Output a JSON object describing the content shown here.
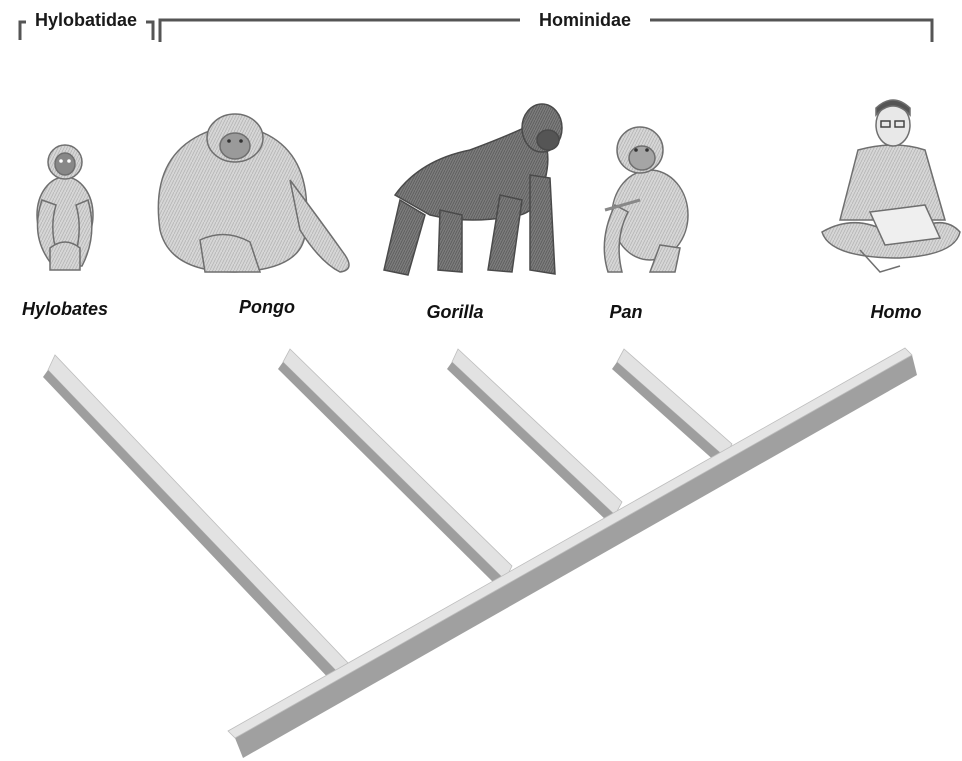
{
  "families": [
    {
      "key": "hylobatidae",
      "label": "Hylobatidae"
    },
    {
      "key": "hominidae",
      "label": "Hominidae"
    }
  ],
  "genera": [
    {
      "key": "hylobates",
      "label": "Hylobates",
      "illustration": "gibbon-illustration"
    },
    {
      "key": "pongo",
      "label": "Pongo",
      "illustration": "orangutan-illustration"
    },
    {
      "key": "gorilla",
      "label": "Gorilla",
      "illustration": "gorilla-illustration"
    },
    {
      "key": "pan",
      "label": "Pan",
      "illustration": "chimpanzee-illustration"
    },
    {
      "key": "homo",
      "label": "Homo",
      "illustration": "human-illustration"
    }
  ],
  "colors": {
    "branch_top": "#e4e4e4",
    "branch_side": "#9c9c9c",
    "bracket": "#555555",
    "animal_fill": "#d9d9d9",
    "animal_stroke": "#6f6f6f",
    "gorilla_fill": "#7a7a7a"
  }
}
